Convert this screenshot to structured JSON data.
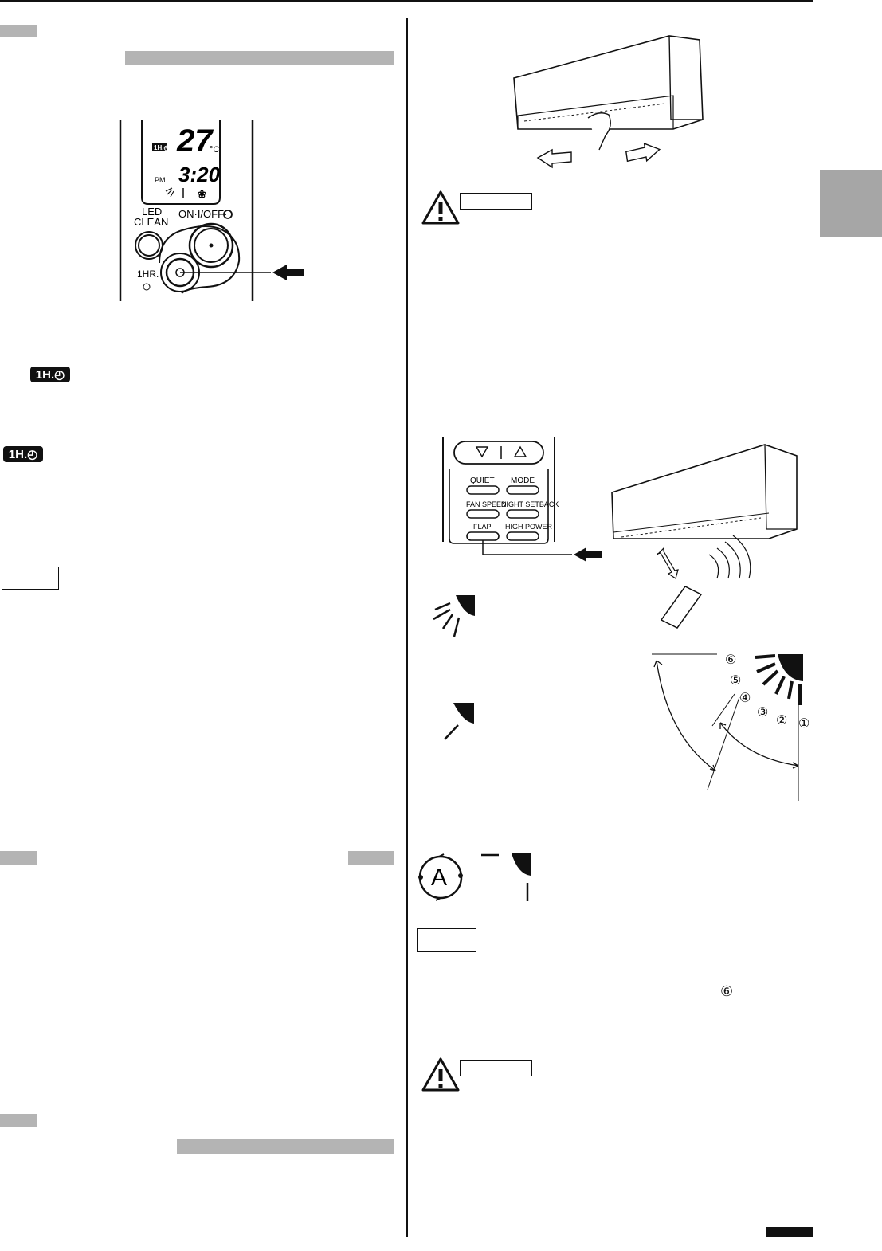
{
  "left": {
    "remote_top": {
      "display_temp": "27",
      "temp_unit": "°C",
      "display_time": "3:20",
      "display_pm": "PM",
      "timer_badge": "1H.◴",
      "button_led_clean_line1": "LED",
      "button_led_clean_line2": "CLEAN",
      "button_on_off": "ON·I/OFF·",
      "button_1hr": "1HR."
    },
    "timer_icon_1": "1H.◴",
    "timer_icon_2": "1H.◴"
  },
  "right": {
    "remote_buttons": {
      "quiet": "QUIET",
      "mode": "MODE",
      "fan_speed": "FAN SPEED",
      "night_setback": "NIGHT SETBACK",
      "flap": "FLAP",
      "high_power": "HIGH POWER"
    },
    "flap_positions": [
      "①",
      "②",
      "③",
      "④",
      "⑤",
      "⑥"
    ],
    "auto_symbol": "A",
    "note_position": "⑥"
  }
}
